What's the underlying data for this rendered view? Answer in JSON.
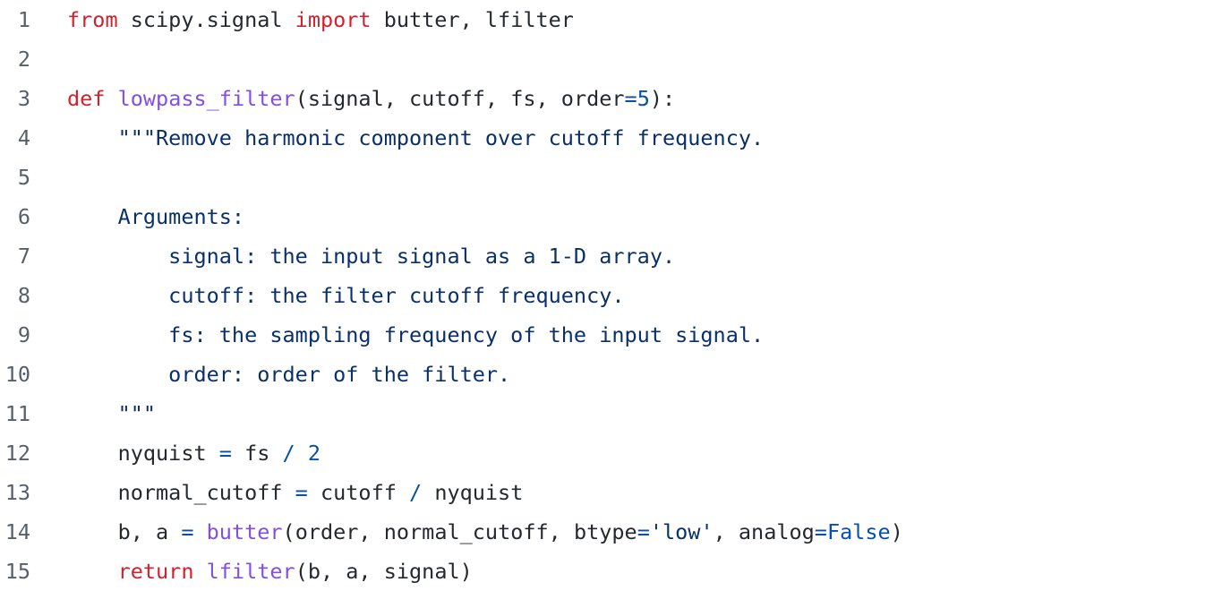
{
  "colors": {
    "keyword": "#cf222e",
    "function": "#8250df",
    "operator": "#0550ae",
    "number": "#0550ae",
    "string": "#0a3069",
    "text": "#24292f",
    "line_number": "#57606a",
    "background": "#ffffff"
  },
  "lines": [
    {
      "n": "1",
      "tokens": [
        {
          "t": "from",
          "k": "kw"
        },
        {
          "t": " scipy.signal ",
          "k": "text"
        },
        {
          "t": "import",
          "k": "kw"
        },
        {
          "t": " butter, lfilter",
          "k": "text"
        }
      ]
    },
    {
      "n": "2",
      "tokens": []
    },
    {
      "n": "3",
      "tokens": [
        {
          "t": "def",
          "k": "kw"
        },
        {
          "t": " ",
          "k": "text"
        },
        {
          "t": "lowpass_filter",
          "k": "fn"
        },
        {
          "t": "(signal, cutoff, fs, order",
          "k": "text"
        },
        {
          "t": "=",
          "k": "op"
        },
        {
          "t": "5",
          "k": "num"
        },
        {
          "t": "):",
          "k": "text"
        }
      ]
    },
    {
      "n": "4",
      "tokens": [
        {
          "t": "    \"\"\"Remove harmonic component over cutoff frequency.",
          "k": "doc"
        }
      ]
    },
    {
      "n": "5",
      "tokens": []
    },
    {
      "n": "6",
      "tokens": [
        {
          "t": "    Arguments:",
          "k": "doc"
        }
      ]
    },
    {
      "n": "7",
      "tokens": [
        {
          "t": "        signal: the input signal as a 1-D array.",
          "k": "doc"
        }
      ]
    },
    {
      "n": "8",
      "tokens": [
        {
          "t": "        cutoff: the filter cutoff frequency.",
          "k": "doc"
        }
      ]
    },
    {
      "n": "9",
      "tokens": [
        {
          "t": "        fs: the sampling frequency of the input signal.",
          "k": "doc"
        }
      ]
    },
    {
      "n": "10",
      "tokens": [
        {
          "t": "        order: order of the filter.",
          "k": "doc"
        }
      ]
    },
    {
      "n": "11",
      "tokens": [
        {
          "t": "    \"\"\"",
          "k": "doc"
        }
      ]
    },
    {
      "n": "12",
      "tokens": [
        {
          "t": "    nyquist ",
          "k": "text"
        },
        {
          "t": "=",
          "k": "op"
        },
        {
          "t": " fs ",
          "k": "text"
        },
        {
          "t": "/",
          "k": "op"
        },
        {
          "t": " ",
          "k": "text"
        },
        {
          "t": "2",
          "k": "num"
        }
      ]
    },
    {
      "n": "13",
      "tokens": [
        {
          "t": "    normal_cutoff ",
          "k": "text"
        },
        {
          "t": "=",
          "k": "op"
        },
        {
          "t": " cutoff ",
          "k": "text"
        },
        {
          "t": "/",
          "k": "op"
        },
        {
          "t": " nyquist",
          "k": "text"
        }
      ]
    },
    {
      "n": "14",
      "tokens": [
        {
          "t": "    b, a ",
          "k": "text"
        },
        {
          "t": "=",
          "k": "op"
        },
        {
          "t": " ",
          "k": "text"
        },
        {
          "t": "butter",
          "k": "fn"
        },
        {
          "t": "(order, normal_cutoff, btype",
          "k": "text"
        },
        {
          "t": "=",
          "k": "op"
        },
        {
          "t": "'low'",
          "k": "str"
        },
        {
          "t": ", analog",
          "k": "text"
        },
        {
          "t": "=",
          "k": "op"
        },
        {
          "t": "False",
          "k": "num"
        },
        {
          "t": ")",
          "k": "text"
        }
      ]
    },
    {
      "n": "15",
      "tokens": [
        {
          "t": "    ",
          "k": "text"
        },
        {
          "t": "return",
          "k": "kw"
        },
        {
          "t": " ",
          "k": "text"
        },
        {
          "t": "lfilter",
          "k": "fn"
        },
        {
          "t": "(b, a, signal)",
          "k": "text"
        }
      ]
    }
  ]
}
